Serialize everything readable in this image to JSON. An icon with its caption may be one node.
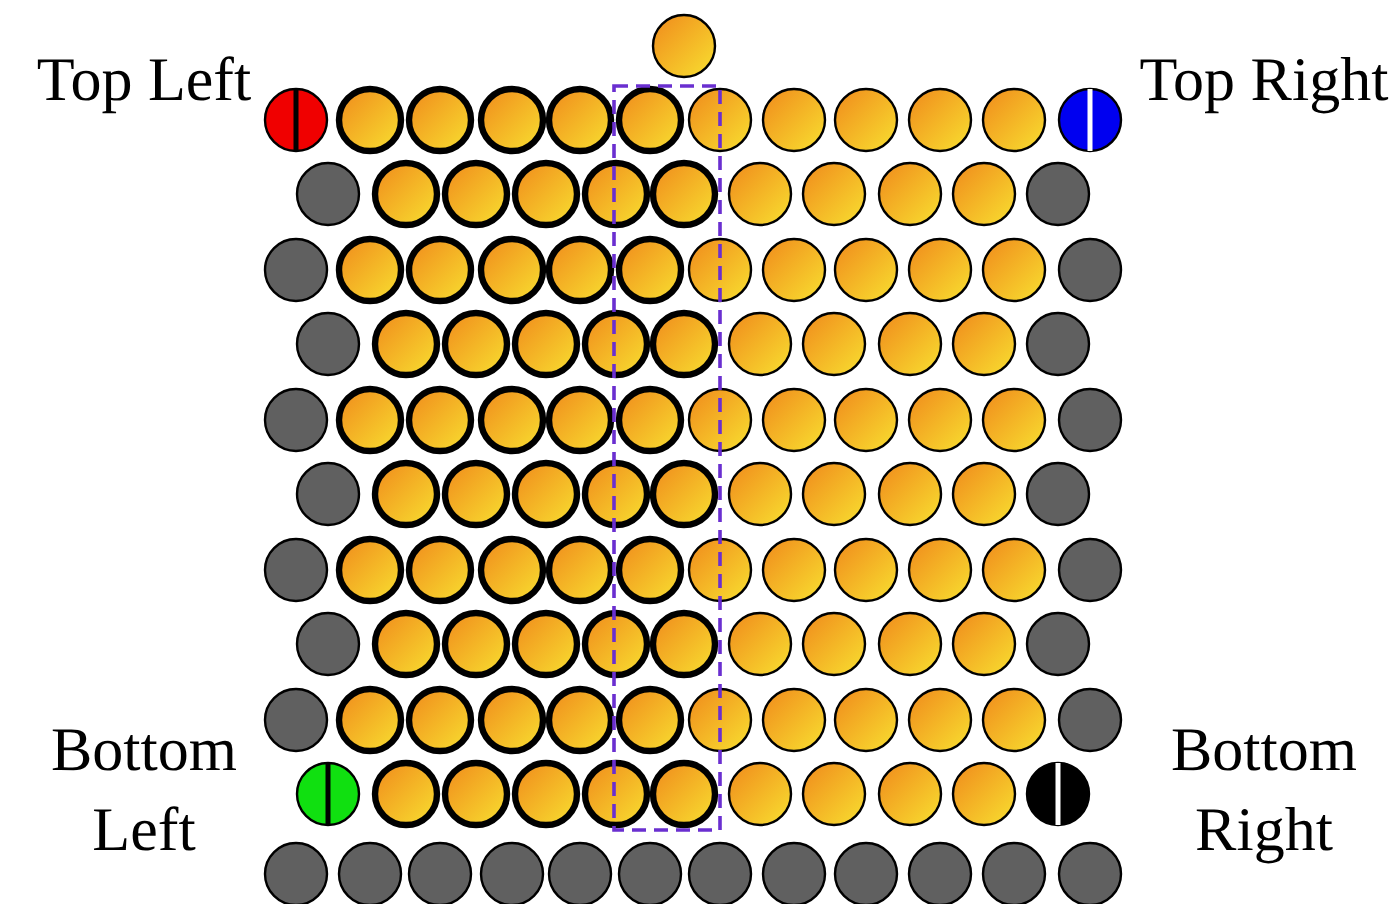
{
  "diagram": {
    "labels": [
      "Top Left",
      "Top Right",
      "Bottom Left",
      "Bottom Right"
    ]
  }
}
